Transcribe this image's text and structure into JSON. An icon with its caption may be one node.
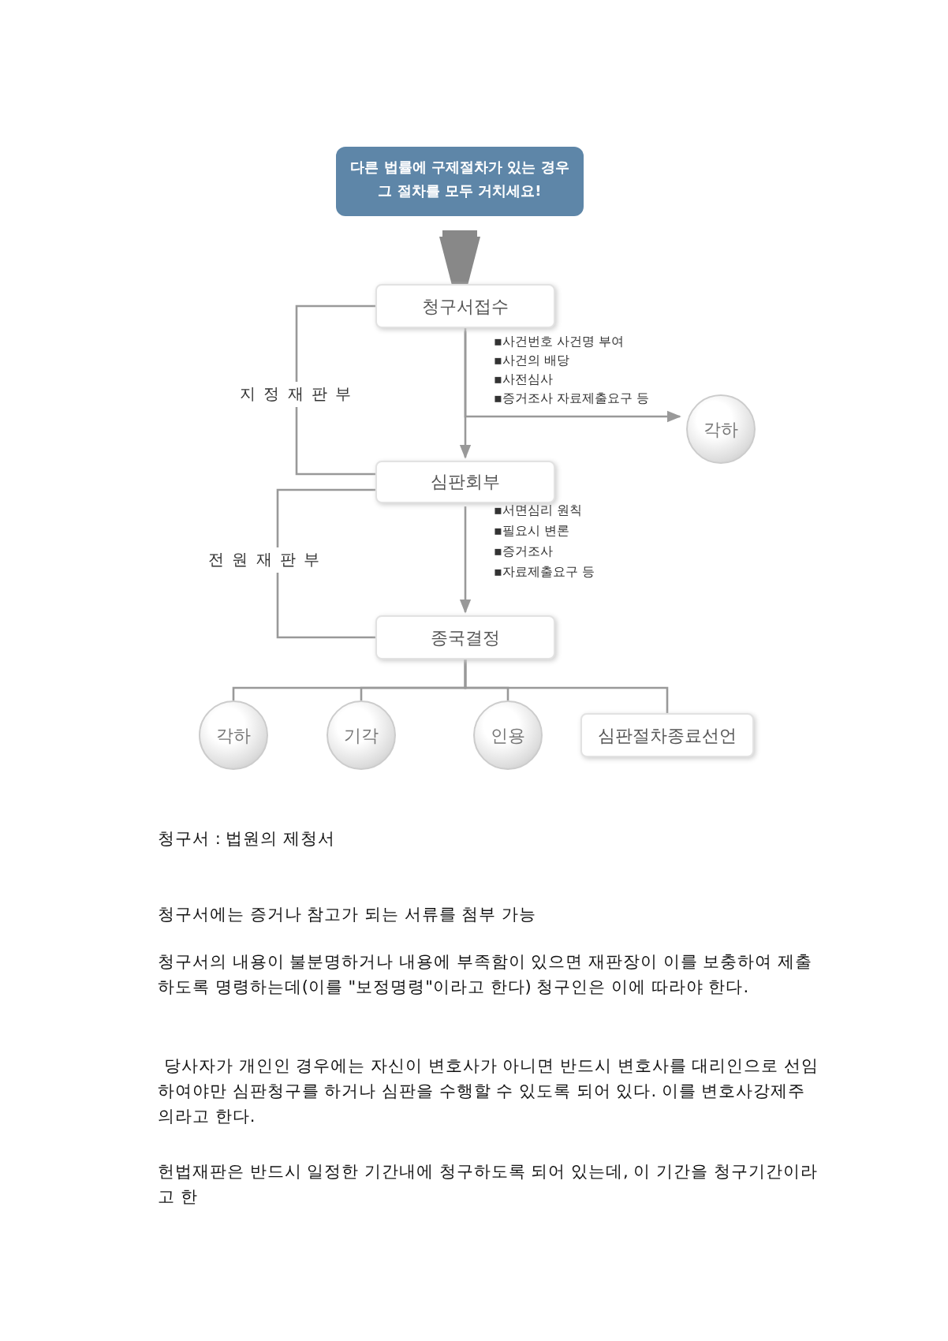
{
  "diagram": {
    "nodes": [
      {
        "text": [
          "다른 법률에 구제절차가 있는 경우 그 절차를 모두 거치세요!"
        ]
      },
      {
        "text": [
          "청구서접수"
        ]
      },
      {
        "text": [
          "심판회부"
        ]
      },
      {
        "text": [
          "종국결정"
        ]
      },
      {
        "text": [
          "각하"
        ]
      },
      {
        "text": [
          "각하"
        ]
      },
      {
        "text": [
          "기각"
        ]
      },
      {
        "text": [
          "인용"
        ]
      },
      {
        "text": [
          "심판절차종료선언"
        ]
      }
    ],
    "edges": [
      {
        "from": 0,
        "to": 1,
        "arrow": "to",
        "style": "thick"
      },
      {
        "from": 1,
        "to": 2,
        "arrow": "to"
      },
      {
        "from": 1,
        "to": 4,
        "arrow": "to"
      },
      {
        "from": 2,
        "to": 3,
        "arrow": "to"
      },
      {
        "from": 1,
        "to": 2,
        "arrow": "none",
        "label": "지 정 재 판 부"
      },
      {
        "from": 2,
        "to": 3,
        "arrow": "none",
        "label": "전 원 재 판 부"
      },
      {
        "from": 3,
        "to": 5,
        "arrow": "none"
      },
      {
        "from": 3,
        "to": 6,
        "arrow": "none"
      },
      {
        "from": 3,
        "to": 7,
        "arrow": "none"
      },
      {
        "from": 3,
        "to": 8,
        "arrow": "none"
      }
    ],
    "labels": [
      "▪사건번호 사건명 부여",
      "▪사건의 배당",
      "▪사전심사",
      "▪증거조사 자료제출요구 등",
      "▪서면심리 원칙",
      "▪필요시 변론",
      "▪증거조사",
      "▪자료제출요구 등",
      "청구서 : 법원의 제청서",
      "청구서에는 증거나 참고가 되는 서류를 첨부 가능",
      "청구서의 내용이 불분명하거나 내용에 부족함이 있으면 재판장이 이를 보충하여 제출하도록 명령하는데(이를 \"보정명령\"이라고 한다) 청구인은 이에 따라야 한다.",
      "당사자가 개인인 경우에는 자신이 변호사가 아니면 반드시 변호사를 대리인으로 선임하여야만 심판청구를 하거나 심판을 수행할 수 있도록 되어 있다. 이를 변호사강제주의라고 한다.",
      "헌법재판은 반드시 일정한 기간내에 청구하도록 되어 있는데, 이 기간을 청구기간이라고 한"
    ]
  }
}
